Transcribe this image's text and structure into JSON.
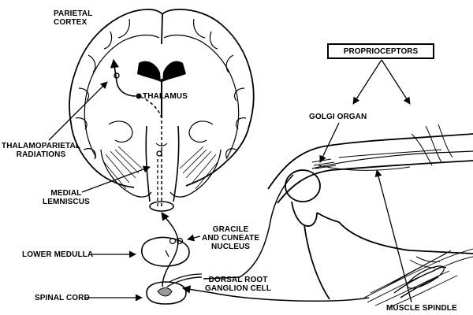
{
  "diagram": {
    "labels": {
      "parietal_cortex": [
        "PARIETAL",
        "CORTEX"
      ],
      "thalamus": "THALAMUS",
      "thalamoparietal_radiations": [
        "THALAMOPARIETAL",
        "RADIATIONS"
      ],
      "medial_lemniscus": [
        "MEDIAL",
        "LEMNISCUS"
      ],
      "gracile_cuneate_nucleus": [
        "GRACILE",
        "AND CUNEATE",
        "NUCLEUS"
      ],
      "lower_medulla": "LOWER MEDULLA",
      "spinal_cord": "SPINAL CORD",
      "dorsal_root_ganglion_cell": [
        "DORSAL ROOT",
        "GANGLION CELL"
      ],
      "proprioceptors": "PROPRIOCEPTORS",
      "golgi_organ": "GOLGI ORGAN",
      "muscle_spindle": "MUSCLE SPINDLE"
    }
  }
}
